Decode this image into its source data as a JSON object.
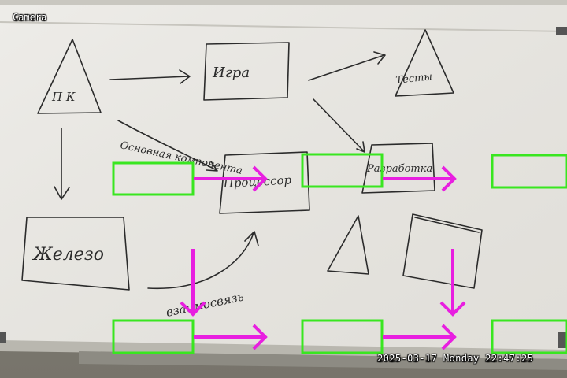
{
  "overlay": {
    "camera_label": "Camera",
    "timestamp": "2025-03-17 Monday 22:47:25"
  },
  "board_text": {
    "triangle_left": "П К",
    "box_top": "Игра",
    "triangle_right": "Тесты",
    "diagonal_label": "Основная компонента",
    "box_center": "Процессор",
    "box_right": "Разработка",
    "box_bottom_left": "Железо",
    "bottom_label": "взаимосвязь"
  },
  "overlay_colors": {
    "box_outline": "#39e620",
    "arrow": "#e81fe0"
  }
}
